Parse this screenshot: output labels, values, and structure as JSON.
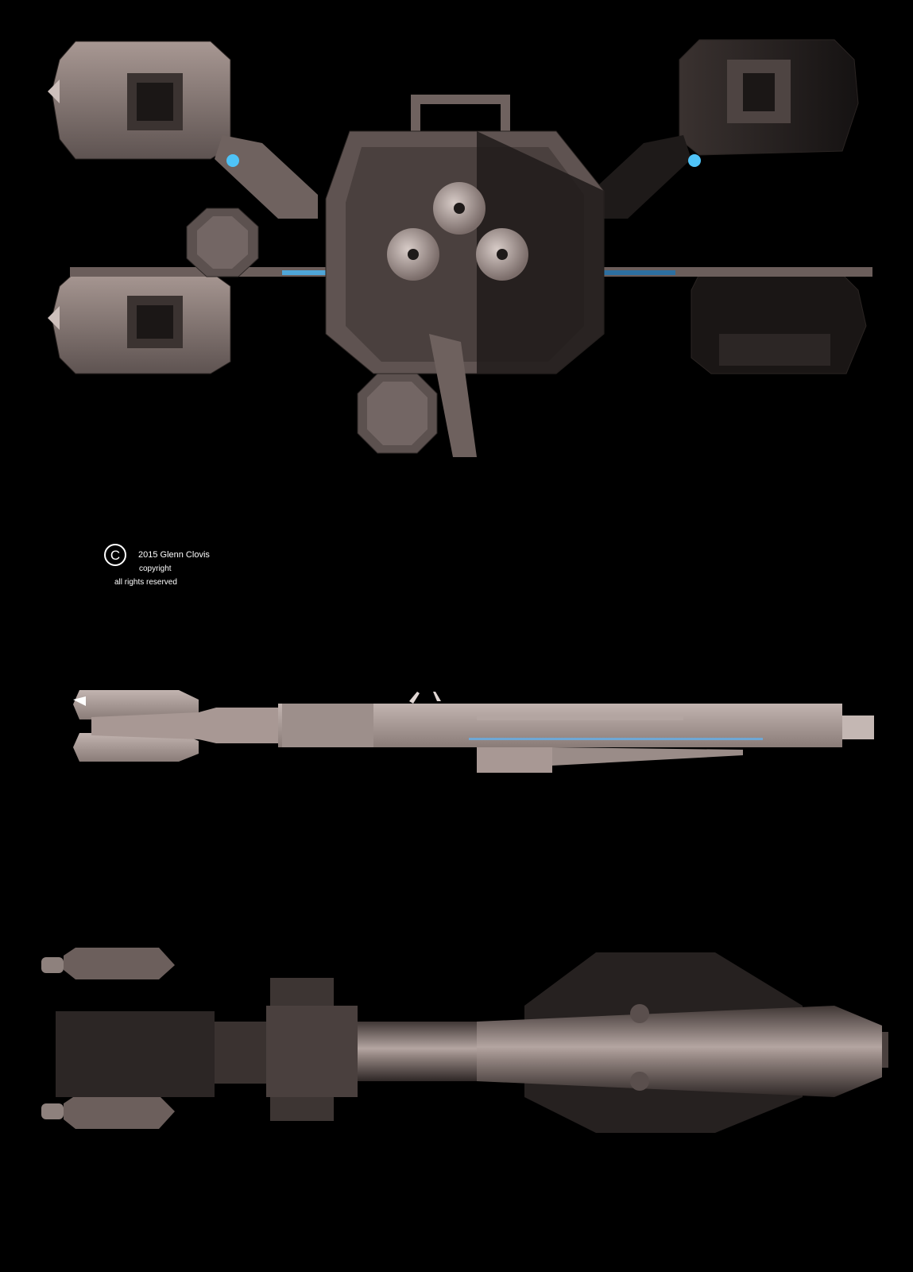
{
  "copyright": {
    "symbol": "©",
    "author_line": "2015 Glenn Clovis",
    "copyright_word": "copyright",
    "rights": "all rights reserved"
  },
  "colors": {
    "background": "#000000",
    "hull_light": "#b9a9a4",
    "hull_mid": "#7e706c",
    "hull_dark": "#3a3230",
    "glow_blue": "#4fc3f7"
  }
}
